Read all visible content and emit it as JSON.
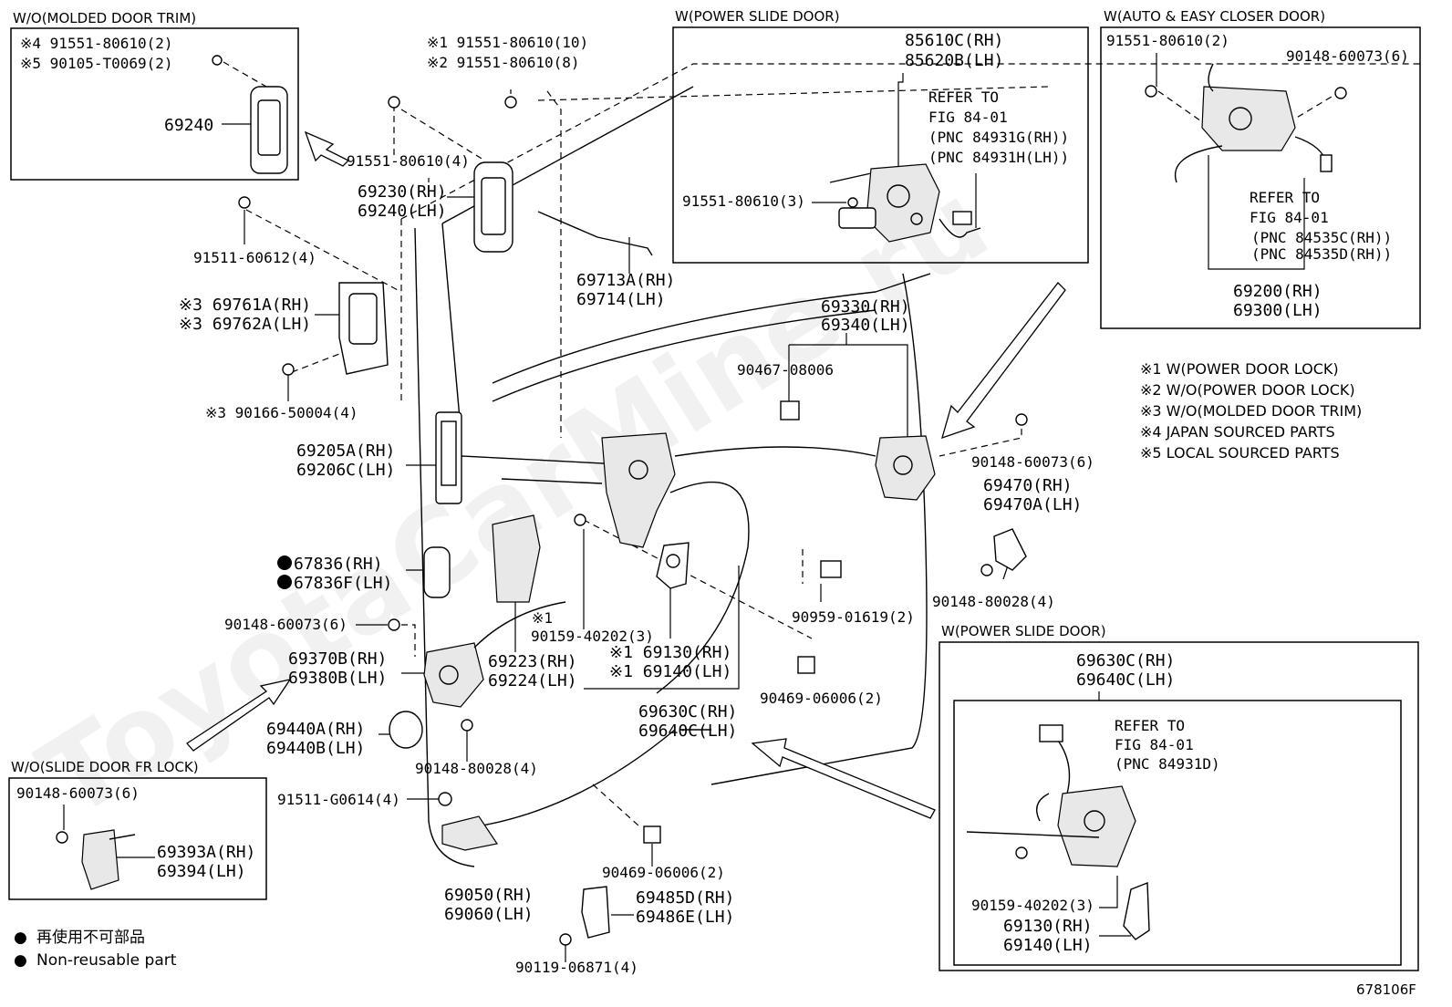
{
  "figure_id": "678106F",
  "boxes": {
    "molded_trim": {
      "title": "W/O(MOLDED DOOR TRIM)",
      "labels": [
        "※4 91551-80610(2)",
        "※5 90105-T0069(2)",
        "69240"
      ]
    },
    "power_slide_top": {
      "title": "W(POWER SLIDE DOOR)",
      "labels": [
        "85610C(RH)",
        "85620B(LH)",
        "REFER TO",
        "FIG 84-01",
        "(PNC 84931G(RH))",
        "(PNC 84931H(LH))",
        "91551-80610(3)"
      ]
    },
    "auto_closer": {
      "title": "W(AUTO & EASY CLOSER DOOR)",
      "labels": [
        "91551-80610(2)",
        "90148-60073(6)",
        "REFER TO",
        "FIG 84-01",
        "(PNC 84535C(RH))",
        "(PNC 84535D(RH))",
        "69200(RH)",
        "69300(LH)"
      ]
    },
    "power_slide_bottom": {
      "title": "W(POWER SLIDE DOOR)",
      "labels": [
        "69630C(RH)",
        "69640C(LH)",
        "REFER TO",
        "FIG 84-01",
        "(PNC 84931D)",
        "90159-40202(3)",
        "69130(RH)",
        "69140(LH)"
      ]
    },
    "slide_fr_lock": {
      "title": "W/O(SLIDE DOOR FR LOCK)",
      "labels": [
        "90148-60073(6)",
        "69393A(RH)",
        "69394(LH)"
      ]
    }
  },
  "notes": [
    "※1 W(POWER DOOR LOCK)",
    "※2 W/O(POWER DOOR LOCK)",
    "※3 W/O(MOLDED DOOR TRIM)",
    "※4 JAPAN SOURCED PARTS",
    "※5 LOCAL SOURCED PARTS"
  ],
  "legend": {
    "symbol": "●",
    "japanese": "再使用不可部品",
    "english": "Non-reusable part"
  },
  "labels": {
    "bolt_top_1": "※1 91551-80610(10)",
    "bolt_top_2": "※2 91551-80610(8)",
    "bolt_handle": "91551-80610(4)",
    "handle_rh": "69230(RH)",
    "handle_lh": "69240(LH)",
    "screw_91511": "91511-60612(4)",
    "rod_rh": "69713A(RH)",
    "rod_lh": "69714(LH)",
    "trim_rh": "※3 69761A(RH)",
    "trim_lh": "※3 69762A(LH)",
    "screw_90166": "※3 90166-50004(4)",
    "rear_lock_rh": "69330(RH)",
    "rear_lock_lh": "69340(LH)",
    "clip_90467": "90467-08006",
    "inside_rh": "69205A(RH)",
    "inside_lh": "69206C(LH)",
    "cover_rh": "67836(RH)",
    "cover_lh": "67836F(LH)",
    "screw_90159": "90159-40202(3)",
    "bolt_90148_a": "90148-60073(6)",
    "fr_lock_rh": "69370B(RH)",
    "fr_lock_lh": "69380B(LH)",
    "cable_rh": "69223(RH)",
    "cable_lh": "69224(LH)",
    "actuator_rh": "※1 69130(RH)",
    "actuator_lh": "※1 69140(LH)",
    "clip_90959": "90959-01619(2)",
    "clip_90469_a": "90469-06006(2)",
    "mark_k1": "※1",
    "bolt_90148_b": "90148-60073(6)",
    "striker_rh": "69470(RH)",
    "striker_lh": "69470A(LH)",
    "bolt_90148_c": "90148-80028(4)",
    "stop_rh": "69440A(RH)",
    "stop_lh": "69440B(LH)",
    "bolt_90148_d": "90148-80028(4)",
    "cable2_rh": "69630C(RH)",
    "cable2_lh": "69640C(LH)",
    "bolt_91511g": "91511-G0614(4)",
    "bottom_lock_rh": "69050(RH)",
    "bottom_lock_lh": "69060(LH)",
    "clip_90469_b": "90469-06006(2)",
    "holder_rh": "69485D(RH)",
    "holder_lh": "69486E(LH)",
    "bolt_90119": "90119-06871(4)"
  },
  "watermark": "ToyotaCarMine.ru"
}
